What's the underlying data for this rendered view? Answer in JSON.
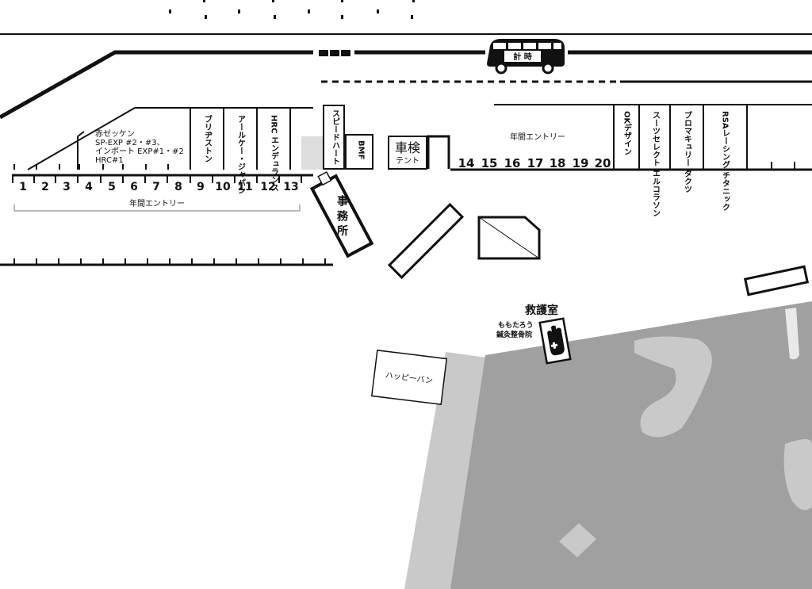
{
  "map": {
    "timing": {
      "label": "計 時"
    },
    "left_entry": {
      "lines": [
        "赤ゼッケン",
        "SP-EXP #2・#3、",
        "インポート EXP#1・#2",
        "HRC#1"
      ],
      "annual_label": "年間エントリー",
      "pit_numbers": [
        "1",
        "2",
        "3",
        "4",
        "5",
        "6",
        "7",
        "8",
        "9",
        "10",
        "11",
        "12",
        "13"
      ]
    },
    "sponsors_left": [
      {
        "name": "ブリヂストン"
      },
      {
        "name": "アールケー・ジャパン"
      },
      {
        "name": "HRC エンデュランス"
      }
    ],
    "speed_heart": "スピードハート",
    "bmf": "BMF",
    "shaken": {
      "title": "車検",
      "sub": "テント"
    },
    "office": "事 務 所",
    "right_entry": {
      "annual_label": "年間エントリー",
      "pit_numbers": [
        "14",
        "15",
        "16",
        "17",
        "18",
        "19",
        "20"
      ]
    },
    "sponsors_right": [
      {
        "name": "OKデザイン"
      },
      {
        "name": "スーツセレクト エルコラソン"
      },
      {
        "name": "プロマキュリー ダクツ"
      },
      {
        "name": "RSAレーシング チタニック"
      }
    ],
    "first_aid": {
      "title": "救護室",
      "line1": "ももたろう",
      "line2": "鍼灸整骨院"
    },
    "happy_van": "ハッピーバン"
  }
}
